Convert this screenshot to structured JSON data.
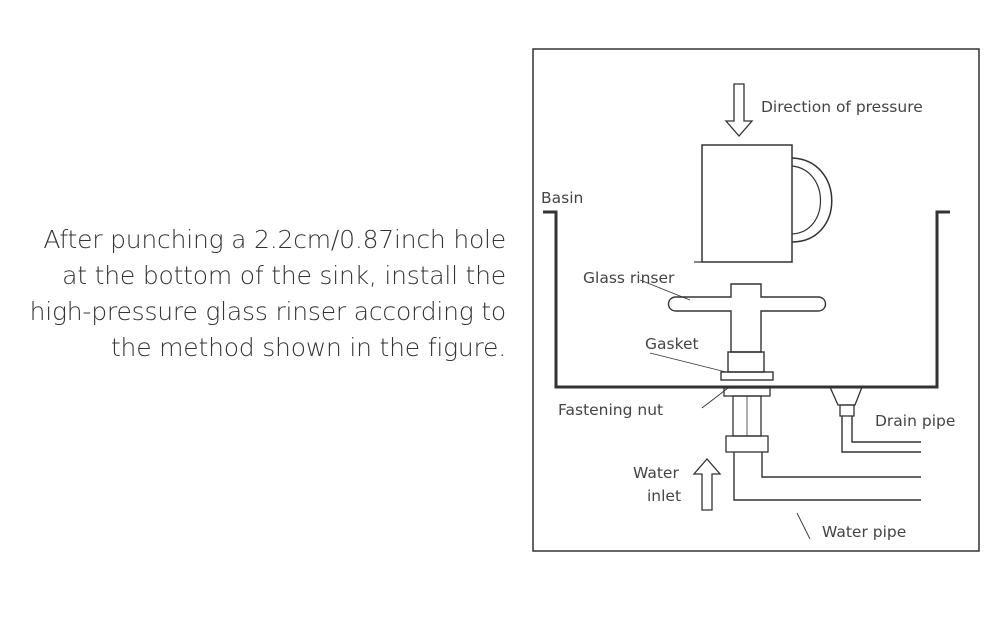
{
  "caption": {
    "lines": [
      "After punching a 2.2cm/0.87inch hole",
      "at the bottom of the sink, install the",
      "high-pressure glass rinser according to",
      "the method shown in the figure."
    ]
  },
  "diagram": {
    "labels": {
      "direction_of_pressure": "Direction of pressure",
      "basin": "Basin",
      "glass_rinser": "Glass rinser",
      "gasket": "Gasket",
      "fastening_nut": "Fastening nut",
      "drain_pipe": "Drain pipe",
      "water_inlet_line1": "Water",
      "water_inlet_line2": "inlet",
      "water_pipe": "Water pipe"
    }
  }
}
